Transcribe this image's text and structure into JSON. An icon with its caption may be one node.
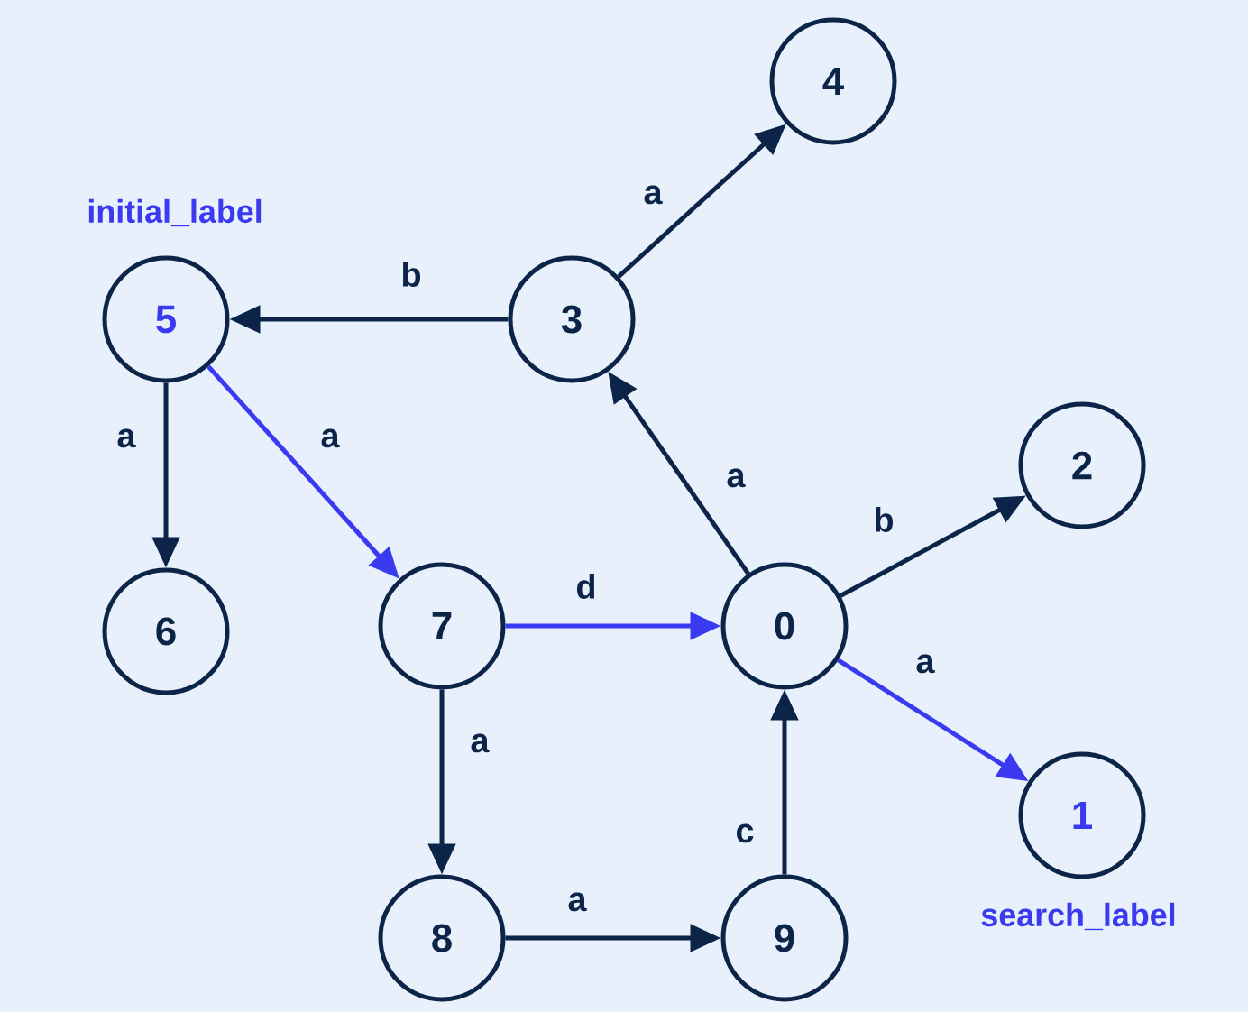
{
  "diagram": {
    "nodes": [
      {
        "text": [
          "0"
        ]
      },
      {
        "text": [
          "1"
        ],
        "beside": [
          "search_label"
        ]
      },
      {
        "text": [
          "2"
        ]
      },
      {
        "text": [
          "3"
        ]
      },
      {
        "text": [
          "4"
        ]
      },
      {
        "text": [
          "5"
        ],
        "beside": [
          "initial_label"
        ]
      },
      {
        "text": [
          "6"
        ]
      },
      {
        "text": [
          "7"
        ]
      },
      {
        "text": [
          "8"
        ]
      },
      {
        "text": [
          "9"
        ]
      }
    ],
    "edges": [
      {
        "from": 0,
        "to": 3,
        "arrow": "to",
        "label": "a"
      },
      {
        "from": 0,
        "to": 2,
        "arrow": "to",
        "label": "b"
      },
      {
        "from": 0,
        "to": 1,
        "arrow": "to",
        "label": "a",
        "color": "#3a3af0"
      },
      {
        "from": 3,
        "to": 4,
        "arrow": "to",
        "label": "a"
      },
      {
        "from": 3,
        "to": 5,
        "arrow": "to",
        "label": "b"
      },
      {
        "from": 5,
        "to": 6,
        "arrow": "to",
        "label": "a"
      },
      {
        "from": 5,
        "to": 7,
        "arrow": "to",
        "label": "a",
        "color": "#3a3af0"
      },
      {
        "from": 7,
        "to": 0,
        "arrow": "to",
        "label": "d",
        "color": "#3a3af0"
      },
      {
        "from": 7,
        "to": 8,
        "arrow": "to",
        "label": "a"
      },
      {
        "from": 8,
        "to": 9,
        "arrow": "to",
        "label": "a"
      },
      {
        "from": 9,
        "to": 0,
        "arrow": "to",
        "label": "c"
      }
    ]
  }
}
